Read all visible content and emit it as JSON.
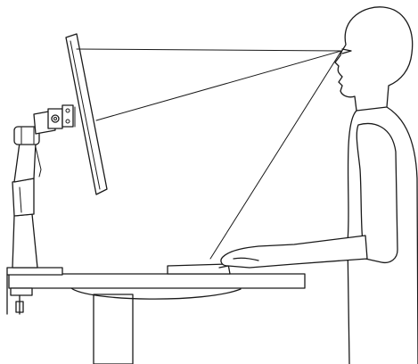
{
  "colors": {
    "ink": "#1a1a1a",
    "background": "#ffffff"
  },
  "figure": {
    "elements": [
      "monitor",
      "monitor-arm",
      "desk-clamp",
      "desk",
      "keyboard",
      "person",
      "sight-lines"
    ]
  }
}
